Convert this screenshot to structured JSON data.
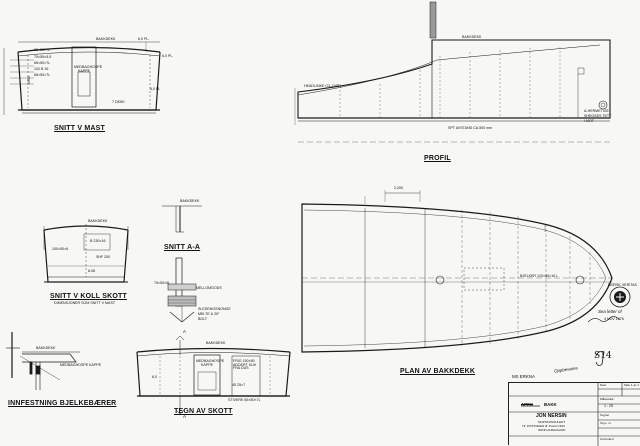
{
  "views": {
    "snitt_mast": {
      "title": "SNITT V MAST",
      "top_label": "BAKKDEKK",
      "right_dim": "6,0 PL.",
      "right_label": "6,0 PL.",
      "left_dims": [
        "65×50×7L",
        "75×55×5.5",
        "65×50×7L",
        "102 B 16",
        "65×50×7L"
      ],
      "hatch_label": "MEDBAGHOSPE KAPPE",
      "height_dim": "1900",
      "side_label": "5,0 PL",
      "bottom_label": "7 DEKK"
    },
    "profil": {
      "title": "PROFIL",
      "deck_label": "BAKKDEKK",
      "left_label": "HEADLINKE (CL-DØT)",
      "vent_label": "A-HERMETIGE",
      "spring_label": "SPT AVSTAND CA.500 mm",
      "right_note": [
        "A-HERMETIGE",
        "SHEGSES TETT",
        "I MOT"
      ]
    },
    "snitt_kollskott": {
      "title": "SNITT V KOLL SKOTT",
      "subtitle": "DIMENSJONER SOM SNITT V MAST",
      "top_label": "BAKKDEKK",
      "left_label": "100×50×6",
      "mid_label": "B 230×16",
      "inner_label": "SHF 200",
      "bottom_label": "8,08"
    },
    "snitt_aa": {
      "title": "SNITT A-A",
      "top_label": "BAKKDEKK",
      "notes": [
        "75×50×6L",
        "MELLOMGODS",
        "SLEDENGSNONGE",
        "MELTE & 25°",
        "BOLT"
      ]
    },
    "innfestning": {
      "title": "INNFESTNING BJELKEBÆRER",
      "top_label": "BAKKDEKK",
      "right_label": "MEDBAGHOSPE KAPPE"
    },
    "plan": {
      "title": "PLAN AV BAKKDEKK",
      "dim": "2,200",
      "center_label": "BJELKER 120×80×16 L",
      "signature": "Sea letter of",
      "stamp_date": "4 NOV 1976",
      "stamp_text": "NORSK VERITAS",
      "sheet_no": "S14",
      "approved": "Oppbevares"
    },
    "tegn_skott": {
      "title": "TEGN AV SKOTT",
      "letter_top": "A",
      "letter_bottom": "A",
      "top_label": "BAKKDEKK",
      "door_label": "MEDBAGHOSPE KAPPE",
      "right_note": "FRIG 150×50 ADDERT SLIK FRA DUS",
      "left_dim": "6,0",
      "stiffener_note": "STIVERE 65×50×7L",
      "bottom_dim": "45 25×7"
    }
  },
  "title_block": {
    "vessel": "MS ERKNA",
    "drawing_struck": "APEX",
    "drawing": "BAKK",
    "company": "JON NERSIN",
    "company_lines": [
      "SKIPSKONSULENT",
      "Tlf. POSTVEIEN  tlf. Postnr.NNN",
      "NNNN ALBAVGAND"
    ],
    "scale_label": "Målestokk",
    "scale": "1 : 25",
    "drawn_label": "Tegnet",
    "drawing_no_label": "Tegn. nr.",
    "checked_label": "Kontrollert",
    "date_label": "Dato",
    "page_label": "Side 1 av 1"
  },
  "colors": {
    "ink": "#1a1a1a",
    "paper": "#f7f7f5"
  }
}
